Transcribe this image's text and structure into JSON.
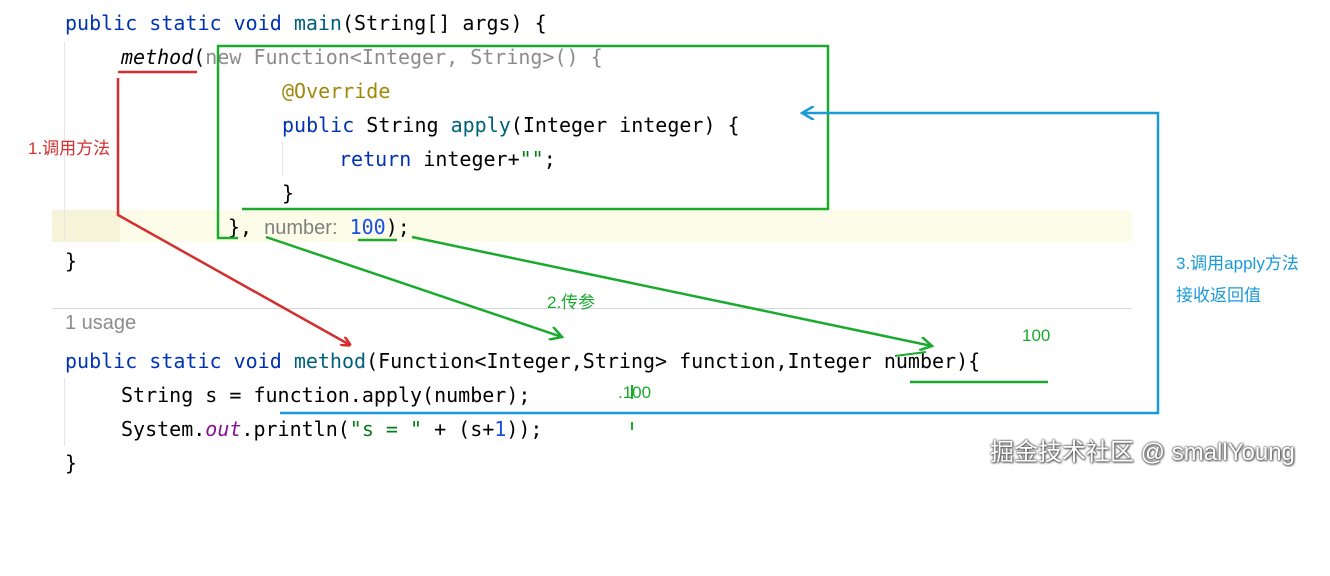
{
  "code": {
    "main_sig": {
      "kw1": "public",
      "kw2": "static",
      "kw3": "void",
      "name": "main",
      "rest": "(String[] args) {"
    },
    "call_method": "method",
    "call_paren": "(",
    "anon_new": "new Function<Integer, String>() {",
    "override": "@Override",
    "apply_kw": "public",
    "apply_type": " String ",
    "apply_name": "apply",
    "apply_rest": "(Integer integer) {",
    "return_kw": "return",
    "return_rest": " integer+",
    "return_str": "\"\"",
    "return_end": ";",
    "close_inner": "}",
    "close_anon": "}",
    "comma": ",",
    "param_hint": "number:",
    "arg_value": "100",
    "call_end": ");",
    "close_main": "}",
    "usage": "1 usage",
    "method_sig": {
      "kw1": "public",
      "kw2": "static",
      "kw3": "void",
      "name": "method",
      "rest": "(Function<Integer,String> function,Integer number){"
    },
    "line_s": {
      "pre": "String s = function.apply(number);"
    },
    "line_print": {
      "pre": "System.",
      "static": "out",
      "mid": ".println(",
      "str": "\"s = \"",
      "mid2": " + (s+",
      "num": "1",
      "end": "));"
    },
    "close_method": "}"
  },
  "annotations": {
    "step1": "1.调用方法",
    "step2": "2.传参",
    "step3_line1": "3.调用apply方法",
    "step3_line2": "接收返回值",
    "val_number": "100",
    "val_return": ".100",
    "red": "#d32f2f",
    "green": "#1aaa2e",
    "blue": "#1a9ad6"
  },
  "watermark": "掘金技术社区 @ smallYoung"
}
